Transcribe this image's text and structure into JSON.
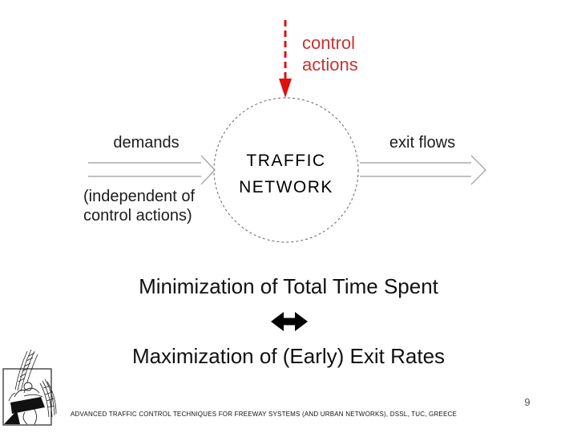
{
  "slide": {
    "background": "#ffffff",
    "page_number": "9",
    "footer_text": "ADVANCED TRAFFIC CONTROL TECHNIQUES FOR FREEWAY SYSTEMS (AND URBAN NETWORKS), DSSL, TUC, GREECE"
  },
  "diagram": {
    "control_actions_label": "control actions",
    "demands_label": "demands",
    "demands_note": "(independent of control actions)",
    "exit_flows_label": "exit flows",
    "network_line1": "TRAFFIC",
    "network_line2": "NETWORK",
    "icons": {
      "control_arrow": "red-dashed-down-arrow",
      "demands_arrow": "hollow-outline-right-arrow",
      "exit_arrow": "hollow-outline-right-arrow",
      "network_shape": "dashed-circle",
      "logo": "winged-figure-line-art-logo"
    },
    "colors": {
      "control_red": "#dd1111",
      "control_text_red": "#c63333",
      "arrow_outline_gray": "#999999",
      "circle_stroke": "#666666",
      "text_black": "#111111"
    }
  },
  "statement": {
    "line1": "Minimization of Total Time Spent",
    "equivalence_symbol": "⇔",
    "line2": "Maximization of (Early) Exit Rates"
  }
}
